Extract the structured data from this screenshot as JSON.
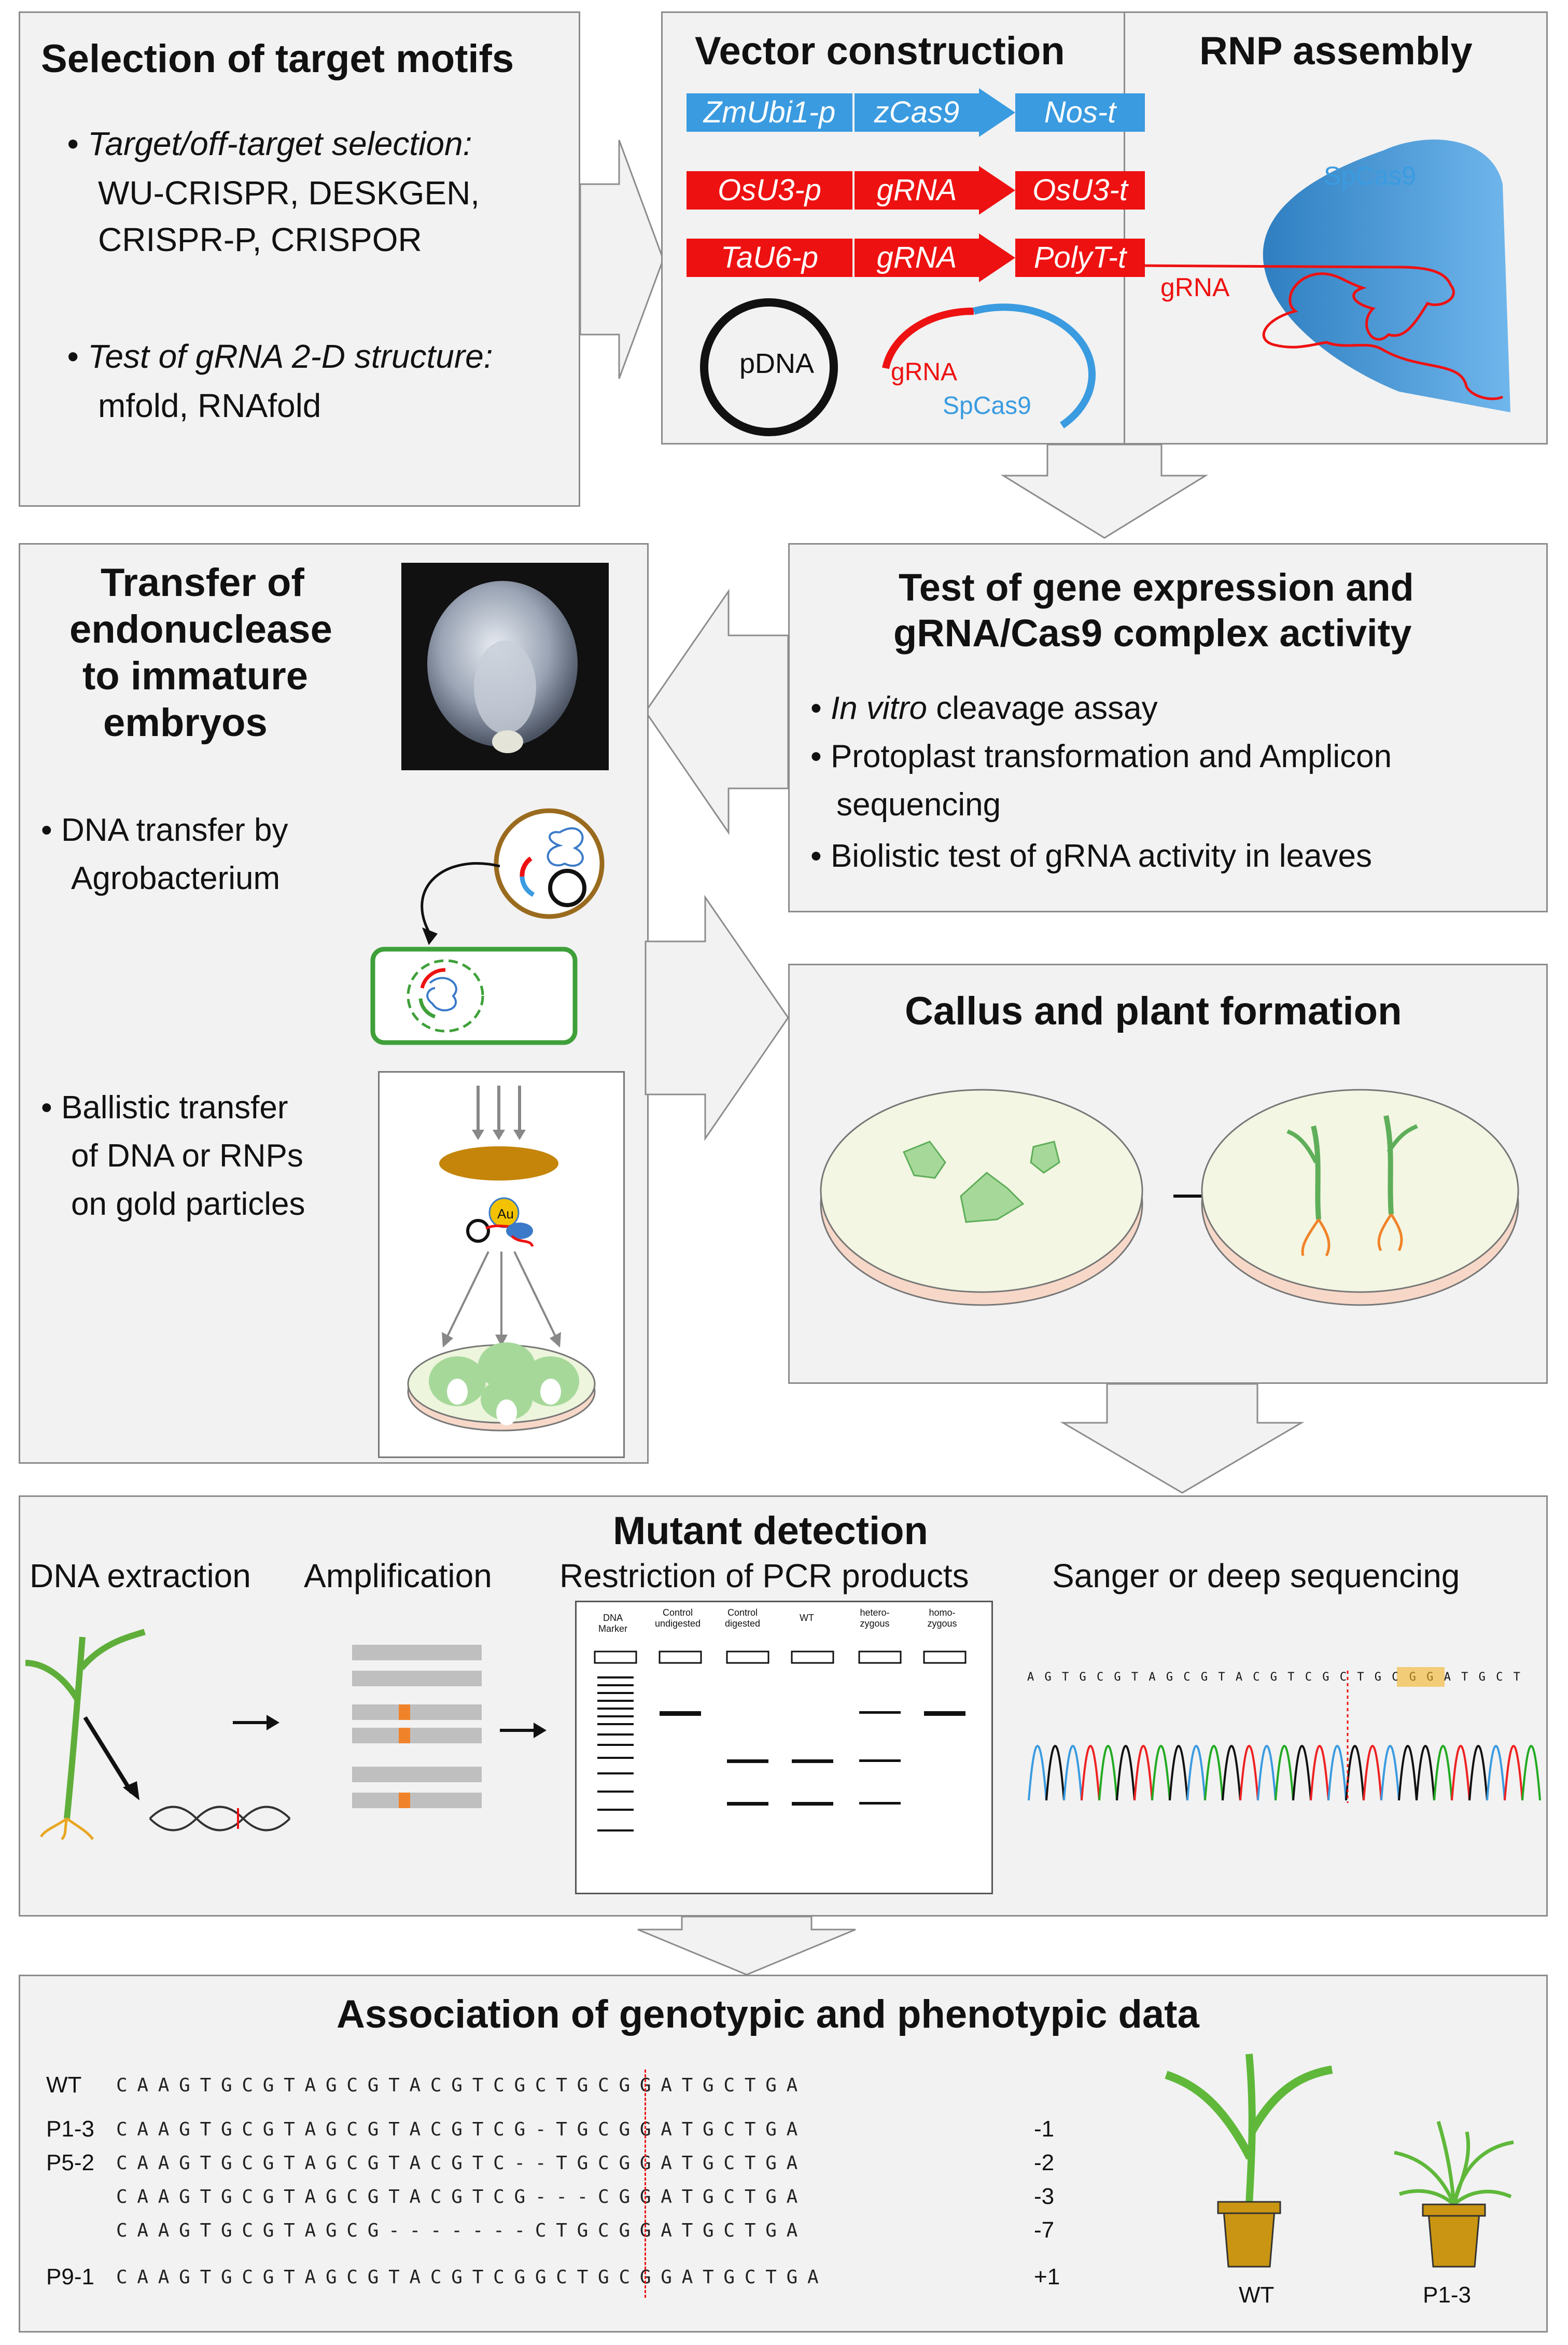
{
  "selection": {
    "title": "Selection of target motifs",
    "bullet1_heading": "Target/off-target selection:",
    "bullet1_lines": [
      "WU-CRISPR, DESKGEN,",
      "CRISPR-P, CRISPOR"
    ],
    "bullet2_heading": "Test of gRNA 2-D structure:",
    "bullet2_line": "mfold, RNAfold"
  },
  "vector": {
    "title": "Vector construction",
    "row1": [
      "ZmUbi1-p",
      "zCas9",
      "Nos-t"
    ],
    "row2": [
      "OsU3-p",
      "gRNA",
      "OsU3-t"
    ],
    "row3": [
      "TaU6-p",
      "gRNA",
      "PolyT-t"
    ],
    "pdna_label": "pDNA",
    "grna_label": "gRNA",
    "spcas9_label": "SpCas9"
  },
  "rnp": {
    "title": "RNP assembly",
    "spcas9_label": "SpCas9",
    "grna_label": "gRNA"
  },
  "transfer": {
    "title_lines": [
      "Transfer of",
      "endonuclease",
      "to immature",
      "embryos"
    ],
    "bullet1_lines": [
      "DNA transfer by",
      "Agrobacterium"
    ],
    "bullet2_lines": [
      "Ballistic transfer",
      "of DNA or RNPs",
      "on gold particles"
    ],
    "gold_label": "Au"
  },
  "test": {
    "title_lines": [
      "Test of gene expression and",
      "gRNA/Cas9 complex activity"
    ],
    "bullet1_italic": "In vitro",
    "bullet1_rest": " cleavage assay",
    "bullet2_lines": [
      "Protoplast transformation and Amplicon",
      "sequencing"
    ],
    "bullet3": "Biolistic test of gRNA activity in leaves"
  },
  "callus": {
    "title": "Callus and plant formation"
  },
  "mutant": {
    "title": "Mutant detection",
    "steps": [
      "DNA extraction",
      "Amplification",
      "Restriction of PCR products",
      "Sanger or deep sequencing"
    ],
    "gel_lanes": [
      "DNA Marker",
      "Control undigested",
      "Control digested",
      "WT",
      "hetero-zygous",
      "homo-zygous"
    ],
    "chromatogram_seq": "AGTGCGTAGCGTACGTCGCTGCGGATGCT"
  },
  "association": {
    "title": "Association of genotypic and phenotypic data",
    "rows": [
      {
        "label": "WT",
        "seq": "CAAGTGCGTAGCGTACGTCGCTGCGGATGCTGA",
        "indel": ""
      },
      {
        "label": "P1-3",
        "seq": "CAAGTGCGTAGCGTACGTCG-TGCGGATGCTGA",
        "indel": "-1"
      },
      {
        "label": "P5-2",
        "seq": "CAAGTGCGTAGCGTACGTC--TGCGGATGCTGA",
        "indel": "-2"
      },
      {
        "label": "",
        "seq": "CAAGTGCGTAGCGTACGTCG---CGGATGCTGA",
        "indel": "-3"
      },
      {
        "label": "",
        "seq": "CAAGTGCGTAGCG-------CTGCGGATGCTGA",
        "indel": "-7"
      },
      {
        "label": "P9-1",
        "seq": "CAAGTGCGTAGCGTACGTCGGCTGCGGATGCTGA",
        "indel": "+1"
      }
    ],
    "plant_labels": [
      "WT",
      "P1-3"
    ]
  }
}
